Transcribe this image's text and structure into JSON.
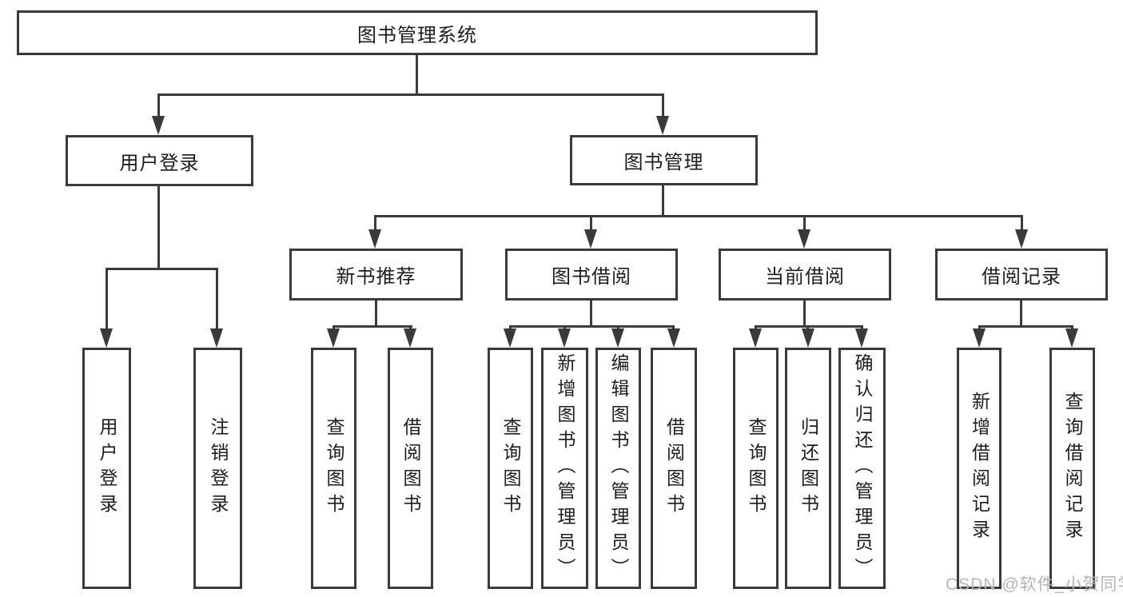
{
  "tree": {
    "root": "图书管理系统",
    "branches": [
      {
        "label": "用户登录",
        "children": [
          "用户登录",
          "注销登录"
        ]
      },
      {
        "label": "图书管理",
        "groups": [
          {
            "label": "新书推荐",
            "children": [
              "查询图书",
              "借阅图书"
            ]
          },
          {
            "label": "图书借阅",
            "children": [
              "查询图书",
              "新增图书（管理员）",
              "编辑图书（管理员）",
              "借阅图书"
            ]
          },
          {
            "label": "当前借阅",
            "children": [
              "查询图书",
              "归还图书",
              "确认归还（管理员）"
            ]
          },
          {
            "label": "借阅记录",
            "children": [
              "新增借阅记录",
              "查询借阅记录"
            ]
          }
        ]
      }
    ]
  },
  "watermark": {
    "text": "CSDN @软件_小贺同学"
  },
  "colors": {
    "line": "#3a3a3a",
    "text": "#1d1d1d",
    "watermark": "#b5b5b5",
    "background": "#ffffff"
  }
}
